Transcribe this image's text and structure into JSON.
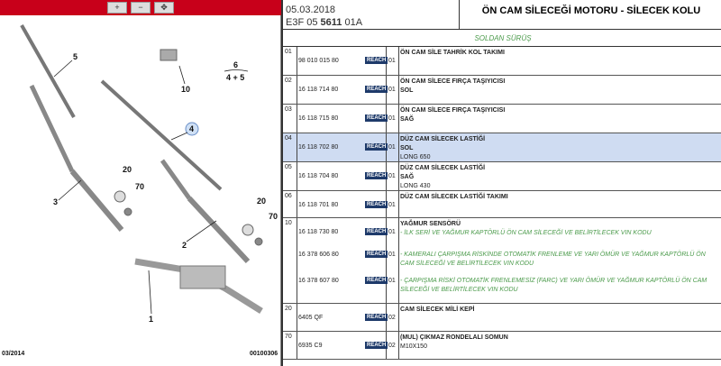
{
  "toolbar": {
    "zoom_in": "+",
    "zoom_out": "−",
    "zoom_pan": "✥"
  },
  "diagram": {
    "labels": {
      "l5": "5",
      "l10": "10",
      "l6": "6",
      "l45": "4 + 5",
      "l4": "4",
      "l20a": "20",
      "l70a": "70",
      "l3": "3",
      "l2": "2",
      "l20b": "20",
      "l70b": "70",
      "l1": "1"
    },
    "date": "03/2014",
    "ref": "00100306"
  },
  "header": {
    "date": "05.03.2018",
    "code_prefix": "E3F 05 ",
    "code_bold": "5611",
    "code_suffix": " 01A",
    "title": "ÖN CAM SİLECEĞİ MOTORU - SİLECEK KOLU"
  },
  "drive": "SOLDAN SÜRÜŞ",
  "reach": "REACH",
  "rows": [
    {
      "idx": "01",
      "pn": "98 010 015 80",
      "qty": "01",
      "title": "ÖN CAM SİLE TAHRİK KOL TAKIMI"
    },
    {
      "idx": "02",
      "pn": "16 118 714 80",
      "qty": "01",
      "title": "ÖN CAM SİLECE FIRÇA TAŞIYICISI",
      "sub": "SOL"
    },
    {
      "idx": "03",
      "pn": "16 118 715 80",
      "qty": "01",
      "title": "ÖN CAM SİLECE FIRÇA TAŞIYICISI",
      "sub": "SAĞ"
    },
    {
      "idx": "04",
      "pn": "16 118 702 80",
      "qty": "01",
      "title": "DÜZ CAM SİLECEK LASTİĞİ",
      "sub": "SOL",
      "note": "LONG 650"
    },
    {
      "idx": "05",
      "pn": "16 118 704 80",
      "qty": "01",
      "title": "DÜZ CAM SİLECEK LASTİĞİ",
      "sub": "SAĞ",
      "note": "LONG 430"
    },
    {
      "idx": "06",
      "pn": "16 118 701 80",
      "qty": "01",
      "title": "DÜZ CAM SİLECEK LASTİĞİ TAKIMI"
    },
    {
      "idx": "10",
      "pn": "16 118 730 80",
      "qty": "01",
      "title": "YAĞMUR SENSÖRÜ",
      "g1": "- İLK SERİ VE YAĞMUR KAPTÖRLÜ ÖN CAM SİLECEĞİ VE BELİRTİLECEK VIN KODU",
      "pn2": "16 378 606 80",
      "qty2": "01",
      "g2": "- KAMERALI ÇARPIŞMA RİSKİNDE OTOMATİK FRENLEME VE YARI ÖMÜR VE YAĞMUR KAPTÖRLÜ ÖN CAM SİLECEĞİ VE BELİRTİLECEK VIN KODU",
      "pn3": "16 378 607 80",
      "qty3": "01",
      "g3": "- ÇARPIŞMA RİSKİ OTOMATİK FRENLEMESİZ (FARC) VE YARI ÖMÜR VE YAĞMUR KAPTÖRLÜ ÖN CAM SİLECEĞİ VE BELİRTİLECEK VIN KODU"
    },
    {
      "idx": "20",
      "pn": "6405 QF",
      "qty": "02",
      "title": "CAM SİLECEK MİLİ KEPİ"
    },
    {
      "idx": "70",
      "pn": "6935 C9",
      "qty": "02",
      "title": "(MUL) ÇIKMAZ RONDELALI SOMUN",
      "sub": "M10X150"
    }
  ]
}
